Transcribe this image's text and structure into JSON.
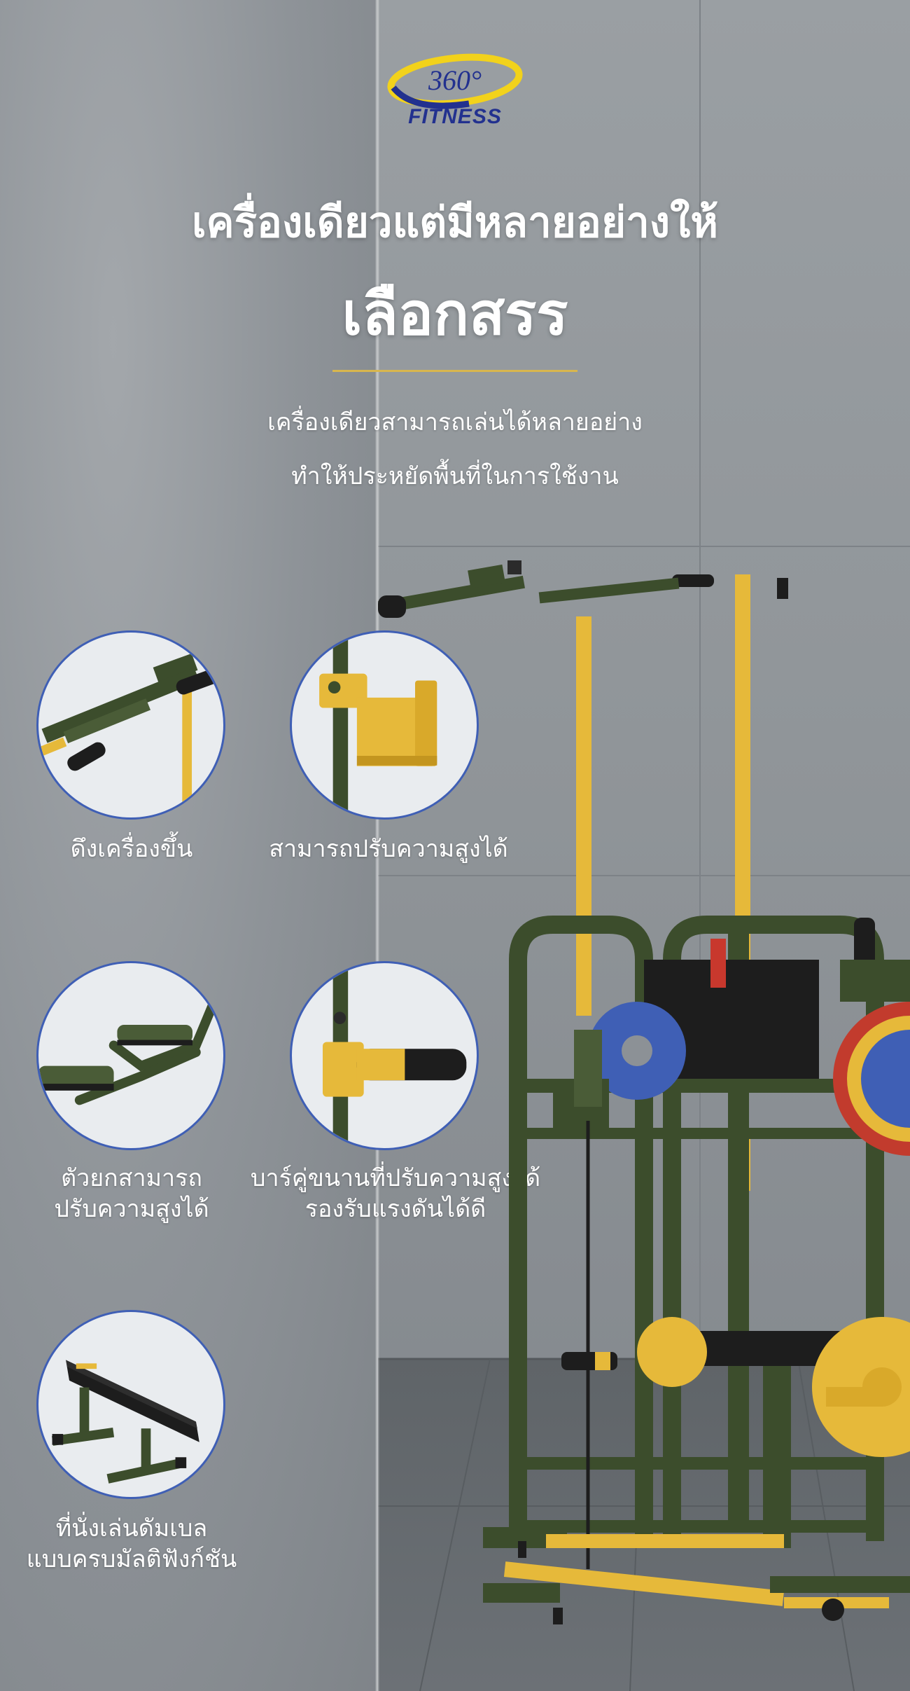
{
  "brand": {
    "logo_number": "360°",
    "logo_word": "FITNESS"
  },
  "headline": {
    "line1": "เครื่องเดียวแต่มีหลายอย่างให้",
    "line2": "เลือกสรร"
  },
  "subtitle": {
    "line1": "เครื่องเดียวสามารถเล่นได้หลายอย่าง",
    "line2": "ทำให้ประหยัดพื้นที่ในการใช้งาน"
  },
  "features": [
    {
      "icon": "pull-up-bar-icon",
      "lines": [
        "ดึงเครื่องขึ้น"
      ]
    },
    {
      "icon": "hook-icon",
      "lines": [
        "สามารถปรับความสูงได้"
      ]
    },
    {
      "icon": "leg-holder-icon",
      "lines": [
        "ตัวยกสามารถ",
        "ปรับความสูงได้"
      ]
    },
    {
      "icon": "dip-bar-icon",
      "lines": [
        "บาร์คู่ขนานที่ปรับความสูงได้",
        "รองรับแรงดันได้ดี"
      ]
    },
    {
      "icon": "bench-icon",
      "lines": [
        "ที่นั่งเล่นดัมเบล",
        "แบบครบมัลติฟังก์ชัน"
      ]
    }
  ],
  "colors": {
    "frame_green": "#3c4d2c",
    "accent_yellow": "#e6b93a",
    "circle_border": "#3f5fb5",
    "logo_blue": "#22318f",
    "logo_yellow": "#f2d21b"
  }
}
